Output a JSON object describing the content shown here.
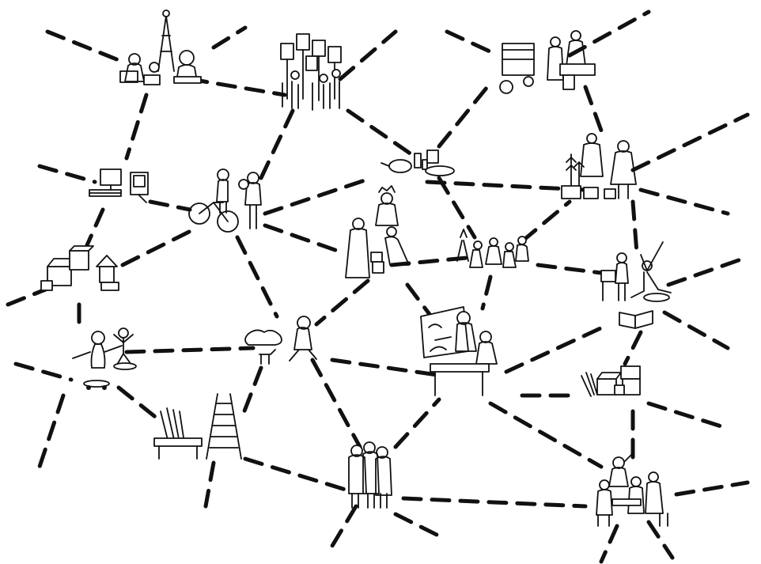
{
  "illustration": {
    "style": "black-ink line drawing on white",
    "colors": {
      "ink": "#111111",
      "paper": "#ffffff"
    },
    "nodes": [
      {
        "id": "laptops-and-antenna",
        "icon": "people-with-laptops-under-antenna"
      },
      {
        "id": "protest",
        "icon": "crowd-with-placards"
      },
      {
        "id": "market-cart",
        "icon": "food-cart-with-vendors"
      },
      {
        "id": "computers",
        "icon": "desktop-computers"
      },
      {
        "id": "cyclists",
        "icon": "people-with-bicycle"
      },
      {
        "id": "cookware",
        "icon": "pots-and-pans"
      },
      {
        "id": "plants",
        "icon": "people-with-potted-plants"
      },
      {
        "id": "building-blocks",
        "icon": "houses-and-blocks"
      },
      {
        "id": "family",
        "icon": "family-group"
      },
      {
        "id": "small-gathering",
        "icon": "people-gathering"
      },
      {
        "id": "playground",
        "icon": "people-at-play"
      },
      {
        "id": "skaters",
        "icon": "skateboarders-and-dog"
      },
      {
        "id": "park-with-dog",
        "icon": "person-with-dog"
      },
      {
        "id": "classroom",
        "icon": "teacher-at-board"
      },
      {
        "id": "workshop-tools",
        "icon": "workbench-and-ladder"
      },
      {
        "id": "boxes",
        "icon": "stacked-boxes"
      },
      {
        "id": "hugging-group",
        "icon": "people-embracing"
      },
      {
        "id": "cafe-group",
        "icon": "people-at-table"
      }
    ]
  }
}
